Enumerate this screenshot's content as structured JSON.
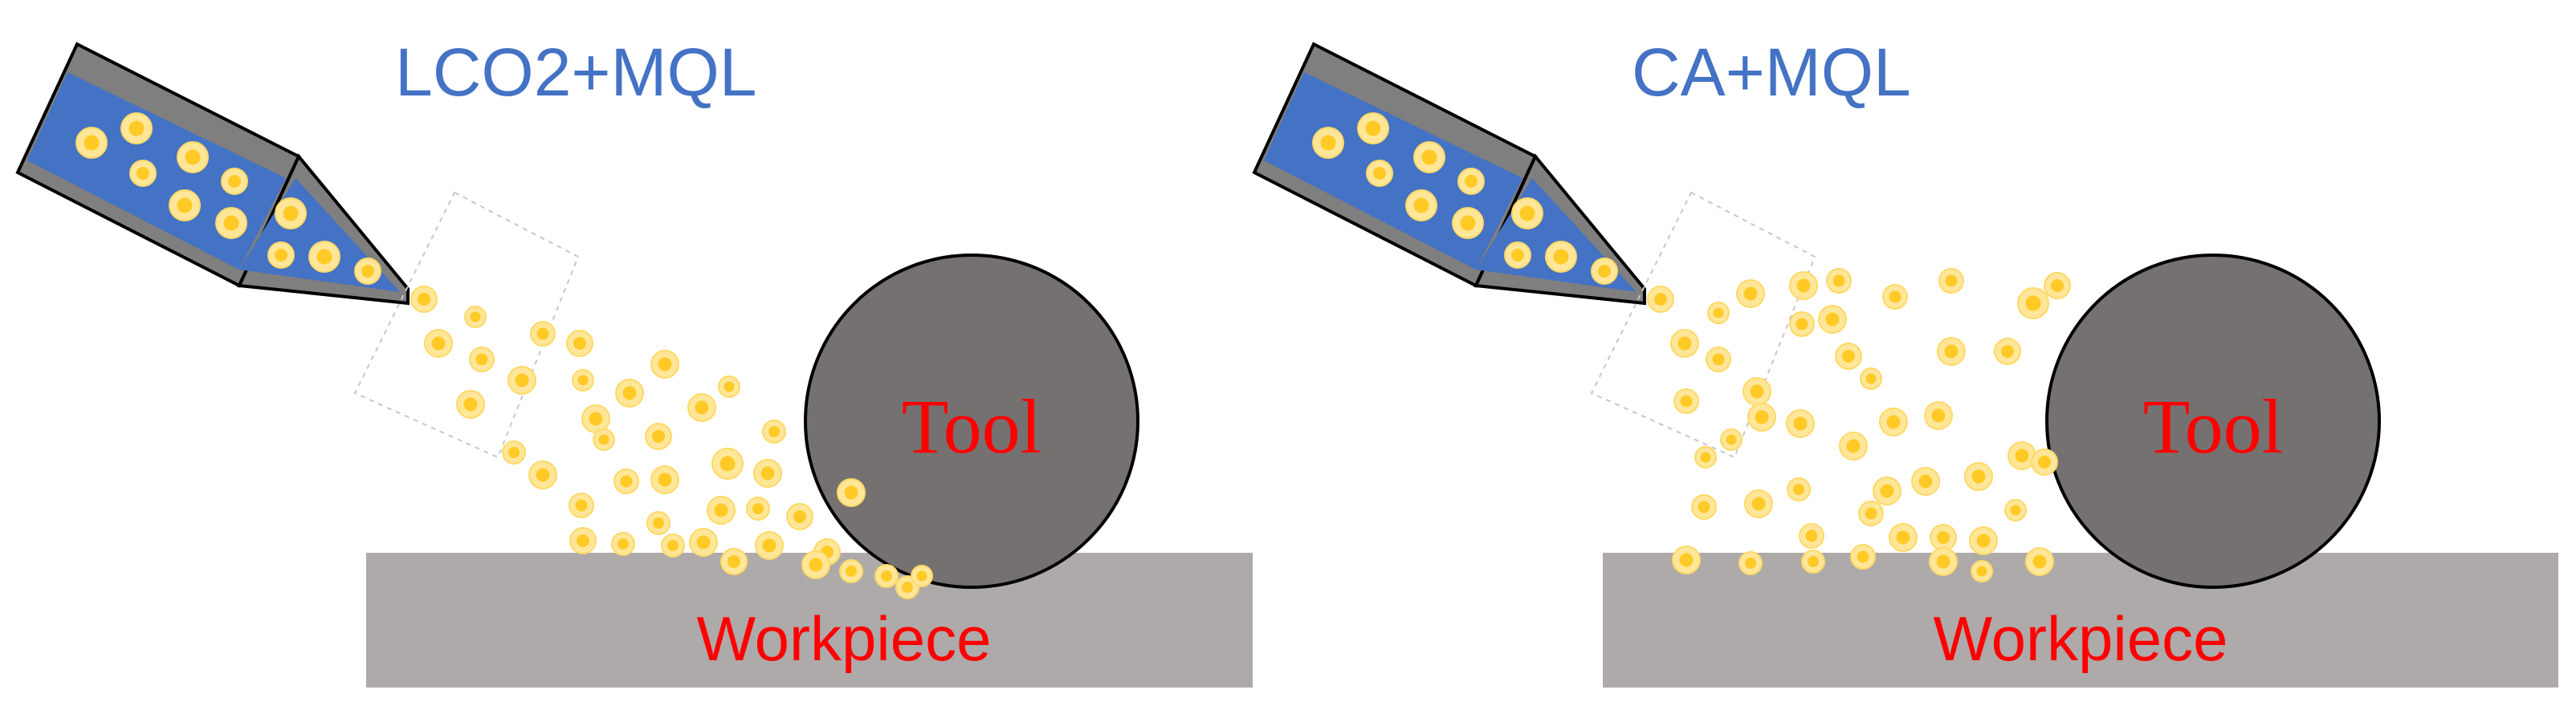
{
  "panels": [
    {
      "title": "LCO2+MQL",
      "tool_label": "Tool",
      "workpiece_label": "Workpiece"
    },
    {
      "title": "CA+MQL",
      "tool_label": "Tool",
      "workpiece_label": "Workpiece"
    }
  ],
  "colors": {
    "title": "#4472C4",
    "label": "#FF0000",
    "nozzle_fill": "#4472C4",
    "nozzle_wall": "#7F7F7F",
    "tool": "#767171",
    "workpiece": "#AEAAAA",
    "droplet_outer": "#FFE699",
    "droplet_inner": "#FFC000"
  },
  "icons": [
    "nozzle-icon",
    "tool-icon",
    "droplet-icon"
  ]
}
